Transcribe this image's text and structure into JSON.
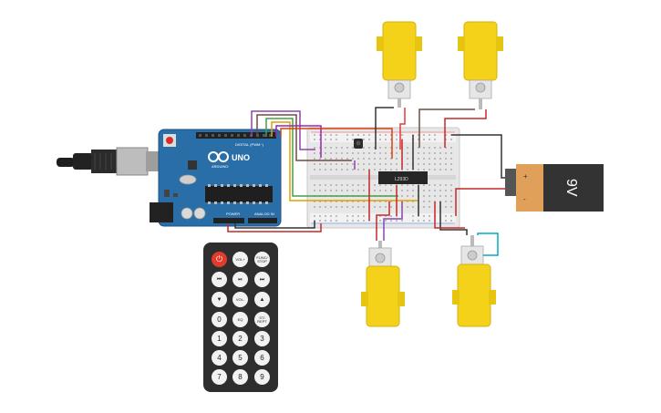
{
  "arduino": {
    "logo_text": "UNO",
    "brand_text": "ARDUINO",
    "digital_label": "DIGITAL (PWM~)",
    "power_label": "POWER",
    "analog_label": "ANALOG IN"
  },
  "driver_chip": {
    "label": "L293D"
  },
  "battery": {
    "label": "9V",
    "plus": "+",
    "minus": "-"
  },
  "remote": {
    "row1": [
      "⏻",
      "VOL+",
      "FUNC/ STOP"
    ],
    "row2": [
      "⏮",
      "⏯",
      "⏭"
    ],
    "row3": [
      "▼",
      "VOL-",
      "▲"
    ],
    "row4": [
      "0",
      "EQ",
      "ST/ REPT"
    ],
    "row5": [
      "1",
      "2",
      "3"
    ],
    "row6": [
      "4",
      "5",
      "6"
    ],
    "row7": [
      "7",
      "8",
      "9"
    ]
  },
  "colors": {
    "arduino_blue": "#2a6ea8",
    "motor_yellow": "#f5d21a",
    "battery_orange": "#e0a05a",
    "battery_dark": "#333333",
    "remote_body": "#2e2e2e",
    "power_red": "#e23b2e"
  }
}
